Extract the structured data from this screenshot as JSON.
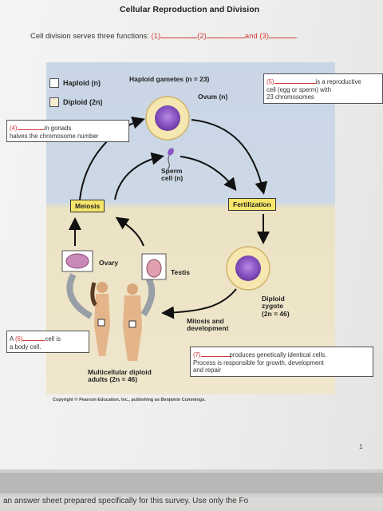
{
  "header": {
    "title": "Cellular Reproduction and Division",
    "functions_prefix": "Cell division serves three functions: ",
    "blank1": "(1)",
    "blank2": "(2)",
    "conj": "and ",
    "blank3": "(3)",
    "end": "."
  },
  "legend": {
    "haploid": "Haploid (n)",
    "diploid": "Diploid (2n)"
  },
  "labels": {
    "haploid_gametes": "Haploid gametes (n = 23)",
    "ovum": "Ovum (n)",
    "sperm_line1": "Sperm",
    "sperm_line2": "cell (n)",
    "meiosis": "Meiosis",
    "fertilization": "Fertilization",
    "ovary": "Ovary",
    "testis": "Testis",
    "zygote_line1": "Diploid",
    "zygote_line2": "zygote",
    "zygote_line3": "(2n = 46)",
    "mitosis_line1": "Mitosis and",
    "mitosis_line2": "development",
    "adults_line1": "Multicellular diploid",
    "adults_line2": "adults (2n = 46)"
  },
  "boxes": {
    "q4_num": "(4)",
    "q4_text1": "in gonads",
    "q4_text2": "halves the chromosome number",
    "q5_num": "(5)",
    "q5_text1": "is a reproductive",
    "q5_text2": "cell (egg or sperm) with",
    "q5_text3": "23 chromosomes",
    "q6_prefix": "A ",
    "q6_num": "(6)",
    "q6_text1": "cell is",
    "q6_text2": "a body cell.",
    "q7_num": "(7)",
    "q7_text1": "produces genetically identical cells.",
    "q7_text2": "Process is responsible for growth, development",
    "q7_text3": "and repair"
  },
  "copyright": "Copyright © Pearson Education, Inc., publishing as Benjamin Cummings.",
  "page_number": "1",
  "bottom_text": "an answer sheet prepared specifically for this survey. Use only the Fo",
  "colors": {
    "red": "#d23a3a",
    "blue_bg": "#c9d6e6",
    "tan_bg": "#efe6cc",
    "tag_yellow": "#f7e66a",
    "nucleus": "#8a56c4"
  }
}
